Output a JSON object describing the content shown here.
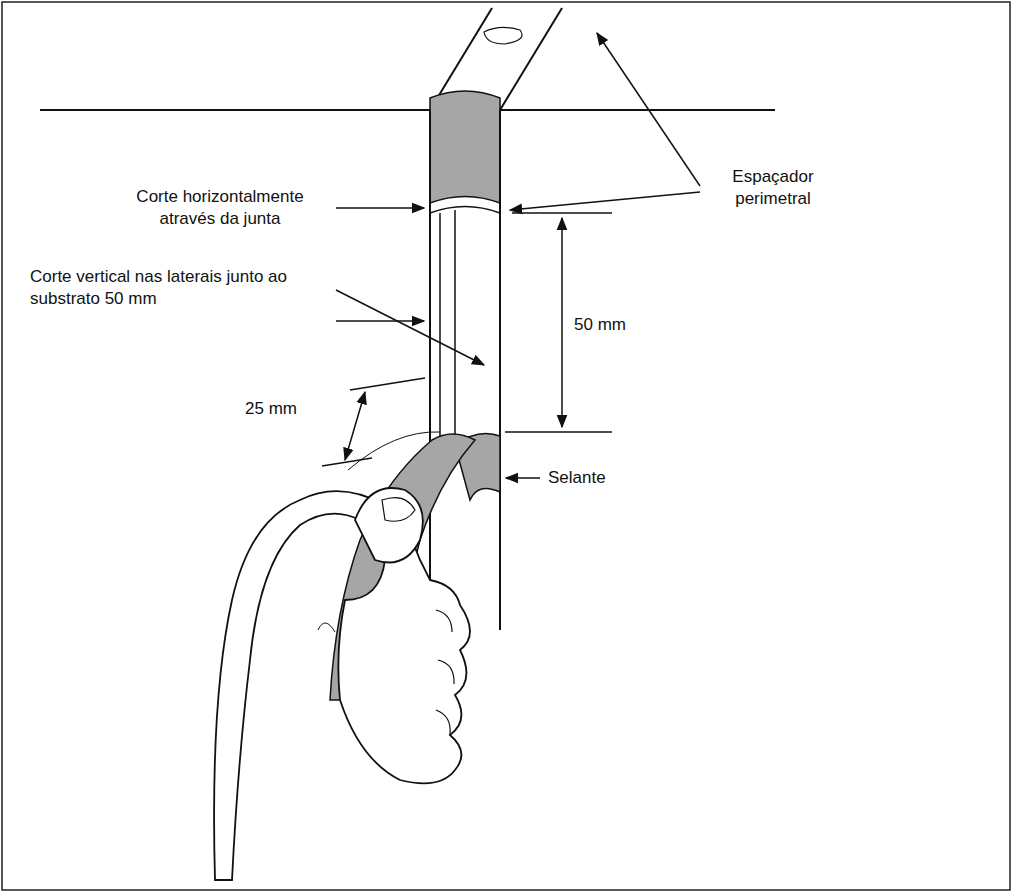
{
  "diagram": {
    "labels": [
      "Espaçador perimetral",
      "Corte horizontalmente através da junta",
      "Corte vertical nas laterais junto ao substrato 50 mm",
      "50 mm",
      "25 mm",
      "Selante"
    ]
  }
}
